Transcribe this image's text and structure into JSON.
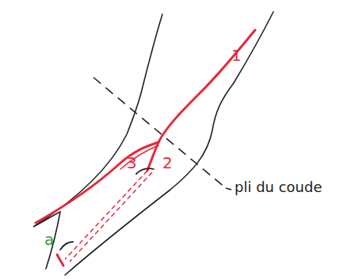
{
  "diagram": {
    "labels": [
      "1",
      "2",
      "3",
      "a",
      "pli du coude"
    ]
  }
}
